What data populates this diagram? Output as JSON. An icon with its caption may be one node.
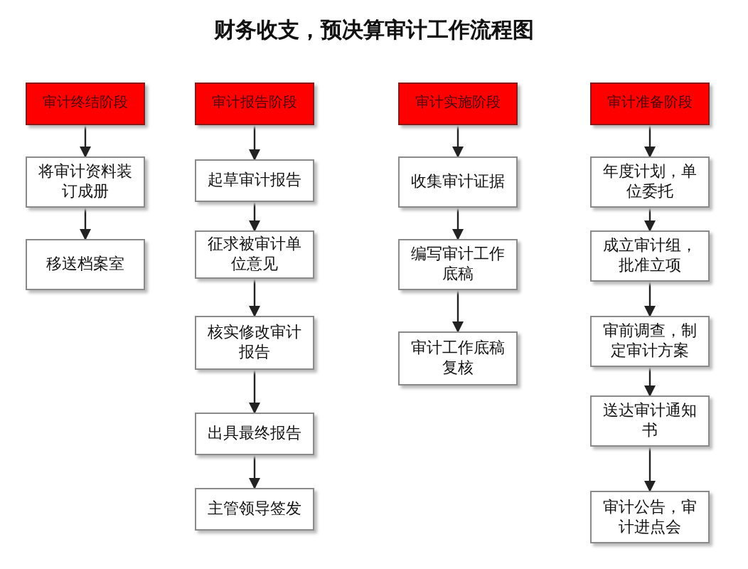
{
  "diagram": {
    "title": "财务收支，预决算审计工作流程图",
    "nodes": [
      {
        "text": [
          "审计准备阶段"
        ]
      },
      {
        "text": [
          "年度计划，单位委托"
        ]
      },
      {
        "text": [
          "成立审计组，批准立项"
        ]
      },
      {
        "text": [
          "审前调查，制定审计方案"
        ]
      },
      {
        "text": [
          "送达审计通知书"
        ]
      },
      {
        "text": [
          "审计公告，审计进点会"
        ]
      },
      {
        "text": [
          "审计实施阶段"
        ]
      },
      {
        "text": [
          "收集审计证据"
        ]
      },
      {
        "text": [
          "编写审计工作底稿"
        ]
      },
      {
        "text": [
          "审计工作底稿复核"
        ]
      },
      {
        "text": [
          "审计报告阶段"
        ]
      },
      {
        "text": [
          "起草审计报告"
        ]
      },
      {
        "text": [
          "征求被审计单位意见"
        ]
      },
      {
        "text": [
          "核实修改审计报告"
        ]
      },
      {
        "text": [
          "出具最终报告"
        ]
      },
      {
        "text": [
          "主管领导签发"
        ]
      },
      {
        "text": [
          "审计终结阶段"
        ]
      },
      {
        "text": [
          "将审计资料装订成册"
        ]
      },
      {
        "text": [
          "移送档案室"
        ]
      }
    ],
    "edges": [
      {
        "from": 0,
        "to": 1,
        "arrow": "to"
      },
      {
        "from": 1,
        "to": 2,
        "arrow": "to"
      },
      {
        "from": 2,
        "to": 3,
        "arrow": "to"
      },
      {
        "from": 3,
        "to": 4,
        "arrow": "to"
      },
      {
        "from": 4,
        "to": 5,
        "arrow": "to"
      },
      {
        "from": 6,
        "to": 7,
        "arrow": "to"
      },
      {
        "from": 7,
        "to": 8,
        "arrow": "to"
      },
      {
        "from": 8,
        "to": 9,
        "arrow": "to"
      },
      {
        "from": 10,
        "to": 11,
        "arrow": "to"
      },
      {
        "from": 11,
        "to": 12,
        "arrow": "to"
      },
      {
        "from": 12,
        "to": 13,
        "arrow": "to"
      },
      {
        "from": 13,
        "to": 14,
        "arrow": "to"
      },
      {
        "from": 14,
        "to": 15,
        "arrow": "to"
      },
      {
        "from": 16,
        "to": 17,
        "arrow": "to"
      },
      {
        "from": 17,
        "to": 18,
        "arrow": "to"
      }
    ]
  }
}
